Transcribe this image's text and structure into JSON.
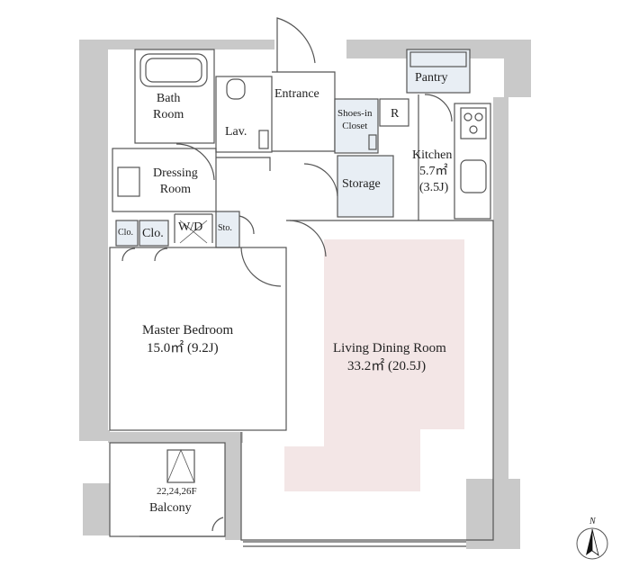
{
  "floorplan": {
    "rooms": {
      "bath": "Bath\nRoom",
      "lavatory": "Lav.",
      "entrance": "Entrance",
      "shoes_in_closet": "Shoes-in\nCloset",
      "refrigerator": "R",
      "pantry": "Pantry",
      "kitchen_name": "Kitchen",
      "kitchen_area": "5.7㎡",
      "kitchen_jo": "(3.5J)",
      "dressing_room": "Dressing\nRoom",
      "storage": "Storage",
      "washer_dryer": "W/D",
      "storage_small": "Sto.",
      "closet_small": "Clo.",
      "closet": "Clo.",
      "master_bedroom_name": "Master Bedroom",
      "master_bedroom_area": "15.0㎡  (9.2J)",
      "living_dining_name": "Living Dining Room",
      "living_dining_area": "33.2㎡  (20.5J)",
      "floor_note": "22,24,26F",
      "balcony": "Balcony"
    },
    "compass_label": "N",
    "colors": {
      "wall": "#c9c9c9",
      "closet_fill": "#e8eef4",
      "ldk_highlight": "#f3e6e6",
      "line": "#555555"
    }
  }
}
